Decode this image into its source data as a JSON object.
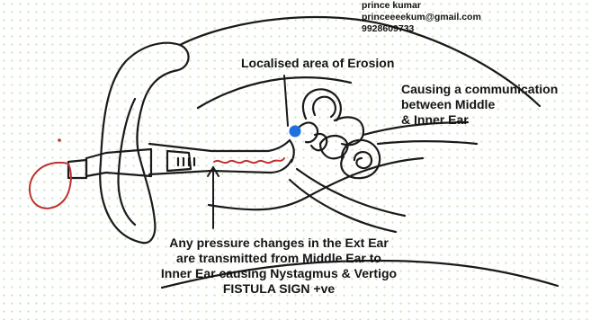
{
  "contact": {
    "name": "prince kumar",
    "email": "princeeeekum@gmail.com",
    "phone": "9928609733"
  },
  "labels": {
    "erosion": "Localised area of Erosion",
    "communication": [
      "Causing a communication",
      "between Middle",
      "& Inner Ear"
    ],
    "pressure": [
      "Any pressure changes in the Ext Ear",
      "are transmitted from Middle Ear to",
      "Inner Ear causing Nystagmus & Vertigo",
      "FISTULA SIGN +ve"
    ]
  },
  "colors": {
    "ink": "#1a1a1a",
    "bulb": "#c03030",
    "erosion_dot": "#1e6fe0",
    "background_dots": "#96cd78"
  }
}
